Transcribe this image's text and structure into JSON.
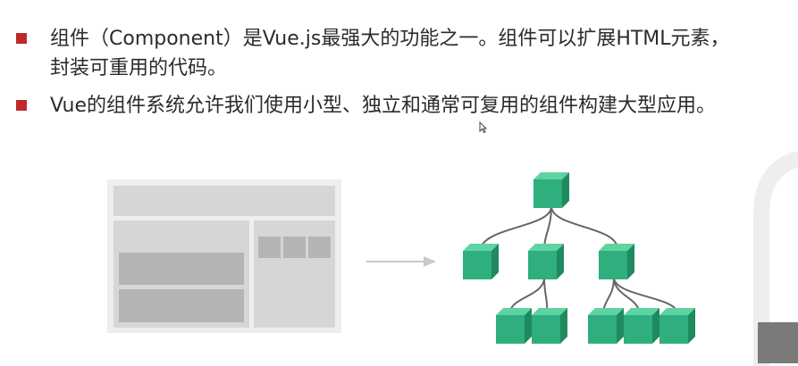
{
  "slide": {
    "bullets": [
      {
        "line1": "组件（Component）是Vue.js最强大的功能之一。组件可以扩展HTML元素，",
        "line2": "封装可重用的代码。"
      },
      {
        "line1": "Vue的组件系统允许我们使用小型、独立和通常可复用的组件构建大型应用。"
      }
    ]
  },
  "colors": {
    "bullet": "#c0282d",
    "cube_front": "#2fae7e",
    "cube_top": "#5fd3a1",
    "cube_side": "#1f8a5f",
    "tree_line": "#666666",
    "mock_bg": "#eeeeee",
    "mock_light": "#d6d6d6",
    "mock_dark": "#b4b4b4",
    "arrow": "#c9c9c9"
  },
  "icons": {
    "bullet": "square-bullet-icon",
    "cursor": "mouse-pointer-icon",
    "arrow": "right-arrow-icon",
    "node": "cube-icon"
  }
}
